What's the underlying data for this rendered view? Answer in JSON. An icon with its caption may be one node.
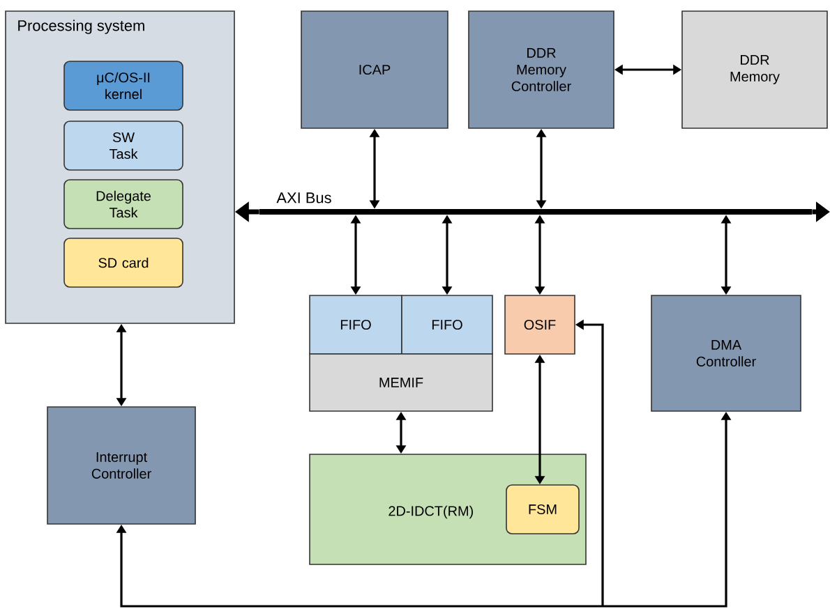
{
  "diagram": {
    "nodes": [
      {
        "text": [
          "Processing system"
        ]
      },
      {
        "text": [
          "μC/OS-II kernel"
        ],
        "in": 0
      },
      {
        "text": [
          "SW Task"
        ],
        "in": 0
      },
      {
        "text": [
          "Delegate Task"
        ],
        "in": 0
      },
      {
        "text": [
          "SD card"
        ],
        "in": 0
      },
      {
        "text": [
          "ICAP"
        ]
      },
      {
        "text": [
          "DDR Memory Controller"
        ]
      },
      {
        "text": [
          "DDR Memory"
        ]
      },
      {
        "text": [
          "AXI Bus"
        ]
      },
      {
        "text": [
          "FIFO"
        ]
      },
      {
        "text": [
          "FIFO"
        ]
      },
      {
        "text": [
          "OSIF"
        ]
      },
      {
        "text": [
          "MEMIF"
        ]
      },
      {
        "text": [
          "DMA Controller"
        ]
      },
      {
        "text": [
          "Interrupt Controller"
        ]
      },
      {
        "text": [
          "2D-IDCT(RM)"
        ]
      },
      {
        "text": [
          "FSM"
        ],
        "in": 15
      }
    ],
    "edges": [
      {
        "from": 8,
        "to": 0,
        "arrow": "to",
        "style": "thick"
      },
      {
        "from": 8,
        "to": null,
        "arrow": "to",
        "style": "thick"
      },
      {
        "from": 5,
        "to": 8,
        "arrow": "both"
      },
      {
        "from": 6,
        "to": 8,
        "arrow": "both"
      },
      {
        "from": 6,
        "to": 7,
        "arrow": "both"
      },
      {
        "from": 8,
        "to": 9,
        "arrow": "both"
      },
      {
        "from": 8,
        "to": 10,
        "arrow": "both"
      },
      {
        "from": 8,
        "to": 11,
        "arrow": "both"
      },
      {
        "from": 8,
        "to": 13,
        "arrow": "both"
      },
      {
        "from": 0,
        "to": 14,
        "arrow": "both"
      },
      {
        "from": 12,
        "to": 15,
        "arrow": "both"
      },
      {
        "from": 11,
        "to": 16,
        "arrow": "both"
      },
      {
        "from": 13,
        "to": 14,
        "arrow": "both"
      },
      {
        "from": null,
        "to": 11,
        "arrow": "to"
      }
    ]
  }
}
